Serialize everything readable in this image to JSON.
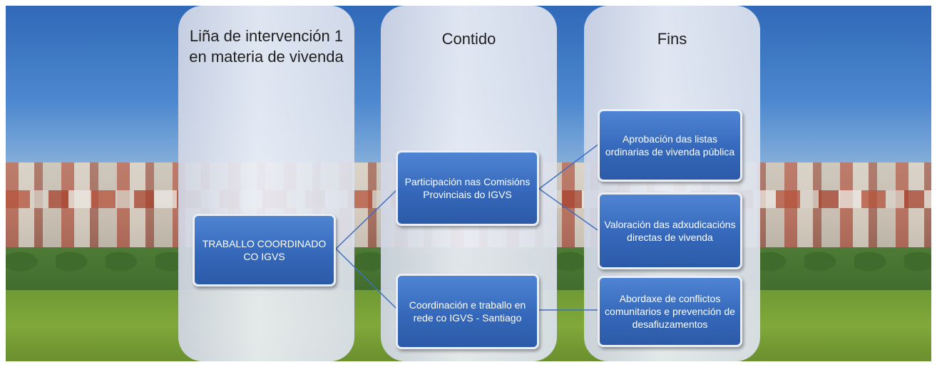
{
  "columns": [
    {
      "id": "line",
      "title": "Liña de intervención 1 en materia de vivenda"
    },
    {
      "id": "content",
      "title": "Contido"
    },
    {
      "id": "aims",
      "title": "Fins"
    }
  ],
  "boxes": {
    "root": "TRABALLO COORDINADO CO IGVS",
    "participation": "Participación nas Comisións Provinciais do IGVS",
    "coordination": "Coordinación e traballo en rede co IGVS - Santiago",
    "approval": "Aprobación das listas ordinarias de vivenda pública",
    "valuation": "Valoración das adxudicacións directas de vivenda",
    "conflicts": "Abordaxe de conflictos comunitarios e prevención de desafiuzamentos"
  },
  "colors": {
    "box_fill": "#3568ba",
    "box_border": "#e9eef7",
    "connector": "#3f6fbf",
    "column_fill": "#e6e9f1"
  }
}
